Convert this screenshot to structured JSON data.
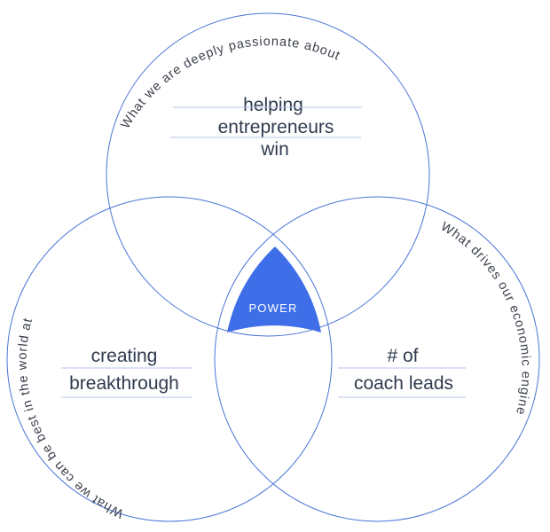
{
  "center": {
    "label": "POWER"
  },
  "top": {
    "arc_label": "What we are deeply passionate about",
    "lines": [
      "helping",
      "entrepreneurs",
      "win"
    ]
  },
  "left": {
    "arc_label": "What we can be best in the world at",
    "lines": [
      "creating",
      "breakthrough"
    ]
  },
  "right": {
    "arc_label": "What drives our economic engine",
    "lines": [
      "# of",
      "coach leads"
    ]
  },
  "colors": {
    "stroke": "#4a74d6",
    "center_fill": "#3e6fe8",
    "text": "#2f3a4d"
  }
}
